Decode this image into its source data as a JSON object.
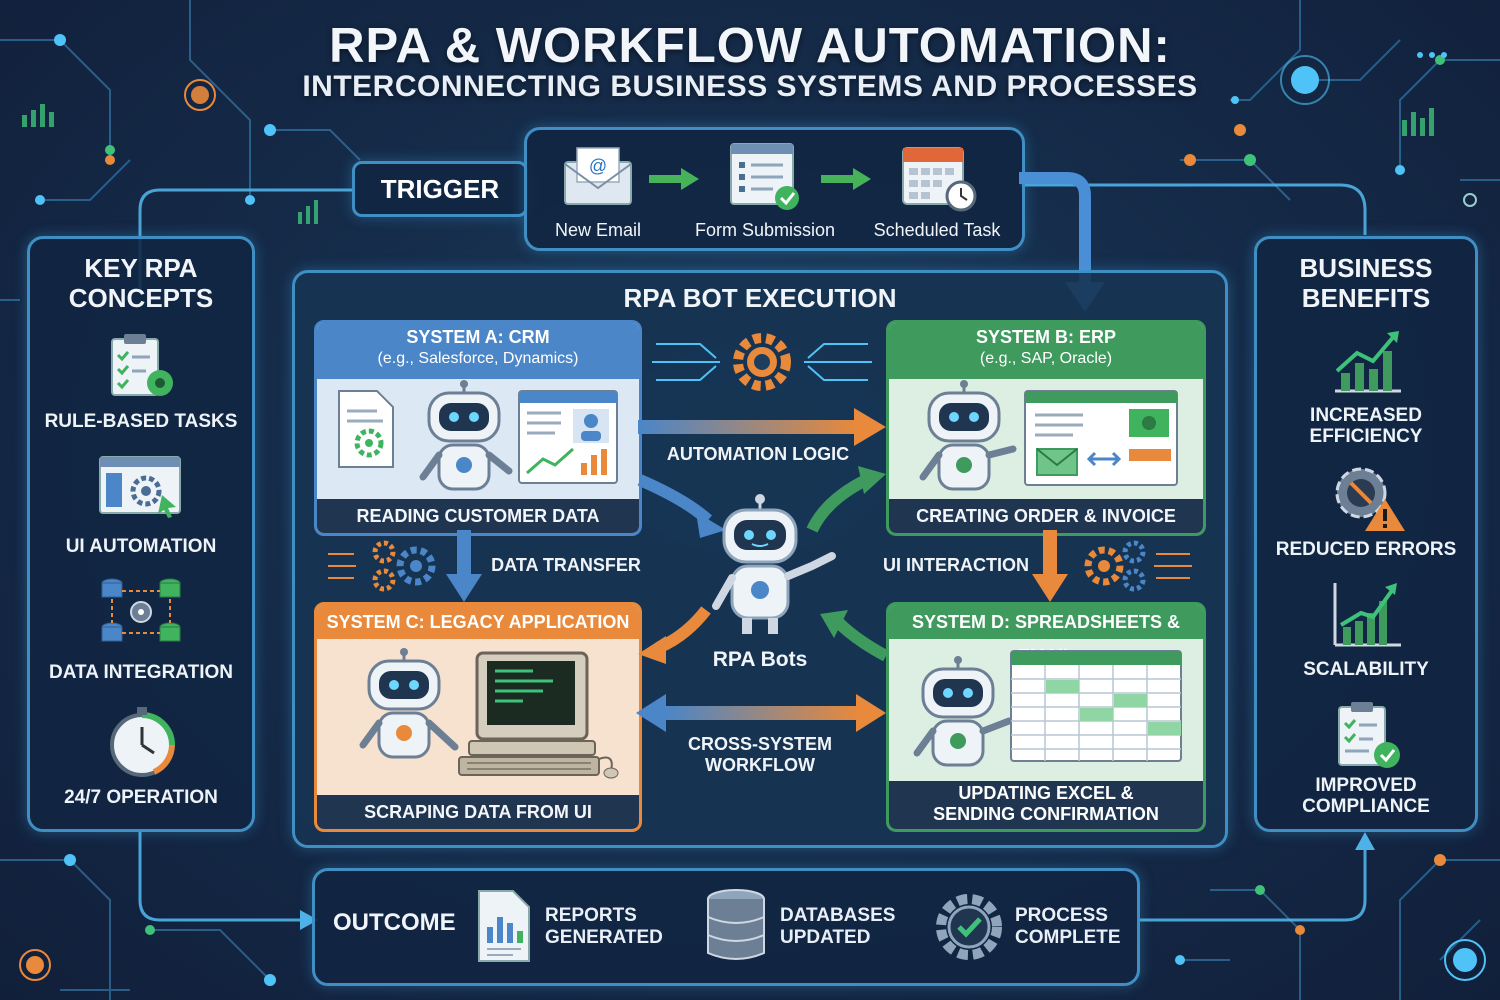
{
  "title": "RPA & WORKFLOW AUTOMATION:",
  "subtitle": "INTERCONNECTING BUSINESS SYSTEMS AND PROCESSES",
  "trigger": {
    "label": "TRIGGER",
    "items": [
      {
        "label": "New Email",
        "icon": "envelope-icon"
      },
      {
        "label": "Form Submission",
        "icon": "form-check-icon"
      },
      {
        "label": "Scheduled Task",
        "icon": "calendar-clock-icon"
      }
    ]
  },
  "concepts": {
    "title_line1": "KEY RPA",
    "title_line2": "CONCEPTS",
    "items": [
      {
        "label": "RULE-BASED TASKS",
        "icon": "clipboard-gear-icon"
      },
      {
        "label": "UI AUTOMATION",
        "icon": "window-gear-cursor-icon"
      },
      {
        "label": "DATA INTEGRATION",
        "icon": "database-network-icon"
      },
      {
        "label": "24/7 OPERATION",
        "icon": "stopwatch-icon"
      }
    ]
  },
  "benefits": {
    "title_line1": "BUSINESS",
    "title_line2": "BENEFITS",
    "items": [
      {
        "label_line1": "INCREASED",
        "label_line2": "EFFICIENCY",
        "icon": "growth-chart-icon"
      },
      {
        "label_line1": "REDUCED ERRORS",
        "label_line2": "",
        "icon": "gear-warning-icon"
      },
      {
        "label_line1": "SCALABILITY",
        "label_line2": "",
        "icon": "bar-chart-up-icon"
      },
      {
        "label_line1": "IMPROVED",
        "label_line2": "COMPLIANCE",
        "icon": "clipboard-check-icon"
      }
    ]
  },
  "execution": {
    "title": "RPA BOT EXECUTION",
    "system_a": {
      "title": "SYSTEM A: CRM",
      "subtitle": "(e.g., Salesforce, Dynamics)",
      "footer": "READING CUSTOMER DATA"
    },
    "system_b": {
      "title": "SYSTEM B: ERP",
      "subtitle": "(e.g., SAP, Oracle)",
      "footer": "CREATING ORDER & INVOICE"
    },
    "system_c": {
      "title": "SYSTEM C: LEGACY APPLICATION",
      "footer": "SCRAPING DATA FROM UI"
    },
    "system_d": {
      "title": "SYSTEM D: SPREADSHEETS & EMAIL",
      "footer_line1": "UPDATING EXCEL &",
      "footer_line2": "SENDING CONFIRMATION"
    },
    "flows": {
      "automation_logic": "AUTOMATION LOGIC",
      "data_transfer": "DATA TRANSFER",
      "ui_interaction": "UI INTERACTION",
      "cross_system_line1": "CROSS-SYSTEM",
      "cross_system_line2": "WORKFLOW"
    },
    "bots_label": "RPA Bots"
  },
  "outcome": {
    "label": "OUTCOME",
    "items": [
      {
        "line1": "REPORTS",
        "line2": "GENERATED",
        "icon": "report-document-icon"
      },
      {
        "line1": "DATABASES",
        "line2": "UPDATED",
        "icon": "database-icon"
      },
      {
        "line1": "PROCESS",
        "line2": "COMPLETE",
        "icon": "gear-check-icon"
      }
    ]
  },
  "colors": {
    "blue": "#4a86c8",
    "green": "#3f9a5e",
    "orange": "#e8893b",
    "cyan": "#4fc3f7"
  }
}
